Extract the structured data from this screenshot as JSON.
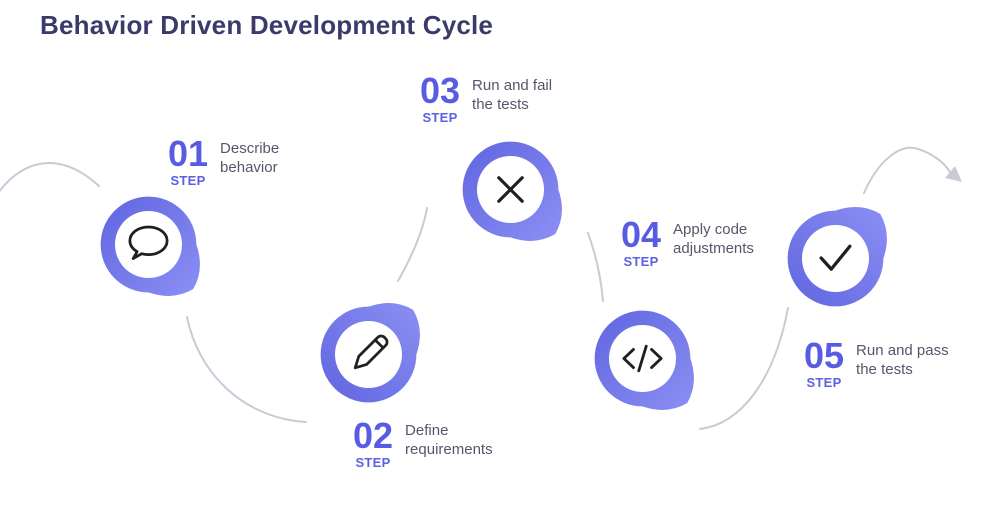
{
  "title": "Behavior Driven Development Cycle",
  "colors": {
    "title": "#3b3a6b",
    "accent_purple": "#575ce2",
    "pin_gradient_dark": "#6065e0",
    "pin_gradient_light": "#8b8ff3",
    "icon_stroke": "#202022",
    "connector_gray": "#c9cad6",
    "description_gray": "#54576a",
    "background": "#ffffff"
  },
  "steps": [
    {
      "number": "01",
      "label": "STEP",
      "desc_line1": "Describe",
      "desc_line2": "behavior",
      "icon": "speech-bubble-icon"
    },
    {
      "number": "02",
      "label": "STEP",
      "desc_line1": "Define",
      "desc_line2": "requirements",
      "icon": "pencil-icon"
    },
    {
      "number": "03",
      "label": "STEP",
      "desc_line1": "Run and fail",
      "desc_line2": "the tests",
      "icon": "cross-icon"
    },
    {
      "number": "04",
      "label": "STEP",
      "desc_line1": "Apply code",
      "desc_line2": "adjustments",
      "icon": "code-icon"
    },
    {
      "number": "05",
      "label": "STEP",
      "desc_line1": "Run and pass",
      "desc_line2": "the tests",
      "icon": "check-icon"
    }
  ]
}
